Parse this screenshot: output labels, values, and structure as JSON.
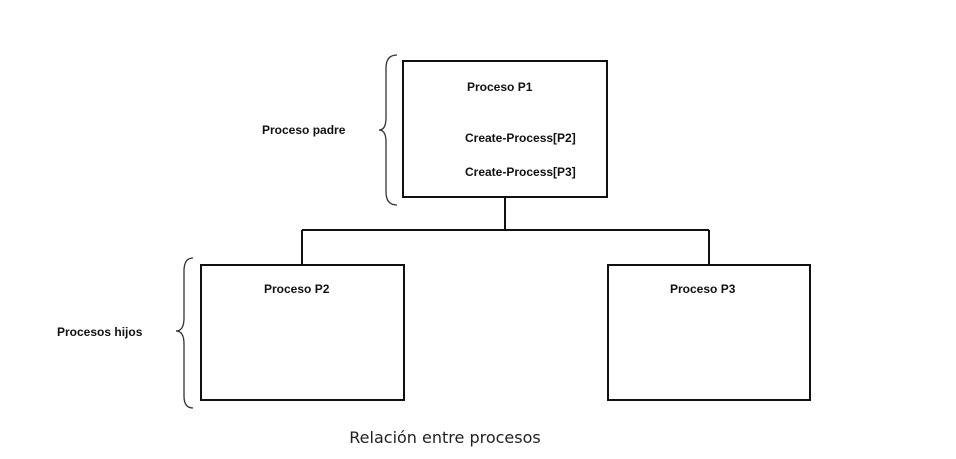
{
  "parent_group_label": "Proceso padre",
  "children_group_label": "Procesos hijos",
  "p1": {
    "title": "Proceso P1",
    "line1": "Create-Process[P2]",
    "line2": "Create-Process[P3]"
  },
  "p2": {
    "title": "Proceso P2"
  },
  "p3": {
    "title": "Proceso P3"
  },
  "caption": "Relación entre procesos"
}
